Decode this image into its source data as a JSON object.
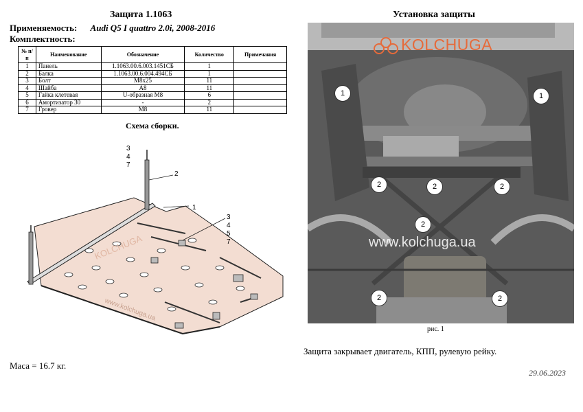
{
  "left": {
    "title": "Защита 1.1063",
    "applicability_label": "Применяемость:",
    "applicability_model": "Audi Q5 I quattro 2.0i, 2008-2016",
    "kit_label": "Комплектность:",
    "table": {
      "headers": [
        "№ п/п",
        "Наименование",
        "Обозначение",
        "Количество",
        "Примечания"
      ],
      "rows": [
        [
          "1",
          "Панель",
          "1.1063.00.6.003.1451СБ",
          "1",
          ""
        ],
        [
          "2",
          "Балка",
          "1.1063.00.6.004.494СБ",
          "1",
          ""
        ],
        [
          "3",
          "Болт",
          "M8x25",
          "11",
          ""
        ],
        [
          "4",
          "Шайба",
          "A8",
          "11",
          ""
        ],
        [
          "5",
          "Гайка клетевая",
          "U-образная M8",
          "6",
          ""
        ],
        [
          "6",
          "Амортизатор 30",
          "-",
          "2",
          ""
        ],
        [
          "7",
          "Гровер",
          "M8",
          "11",
          ""
        ]
      ]
    },
    "scheme_title": "Схема сборки.",
    "drawing_labels": {
      "group_a": [
        "3",
        "4",
        "7"
      ],
      "beam": "2",
      "panel": "1",
      "group_b": [
        "3",
        "4",
        "5",
        "7"
      ],
      "watermark_logo": "KOLCHUGA",
      "watermark_site": "www.kolchuga.ua"
    },
    "mass": "Маса = 16.7 кг."
  },
  "right": {
    "title": "Установка защиты",
    "logo_text": "KOLCHUGA",
    "site_text": "www.kolchuga.ua",
    "callouts": [
      "1",
      "1",
      "2",
      "2",
      "2",
      "2",
      "2",
      "2"
    ],
    "caption": "рис. 1",
    "cover_text": "Защита закрывает двигатель, КПП, рулевую рейку."
  },
  "date": "29.06.2023",
  "colors": {
    "logo": "#e66a3a",
    "plate": "#f3ddd2"
  }
}
